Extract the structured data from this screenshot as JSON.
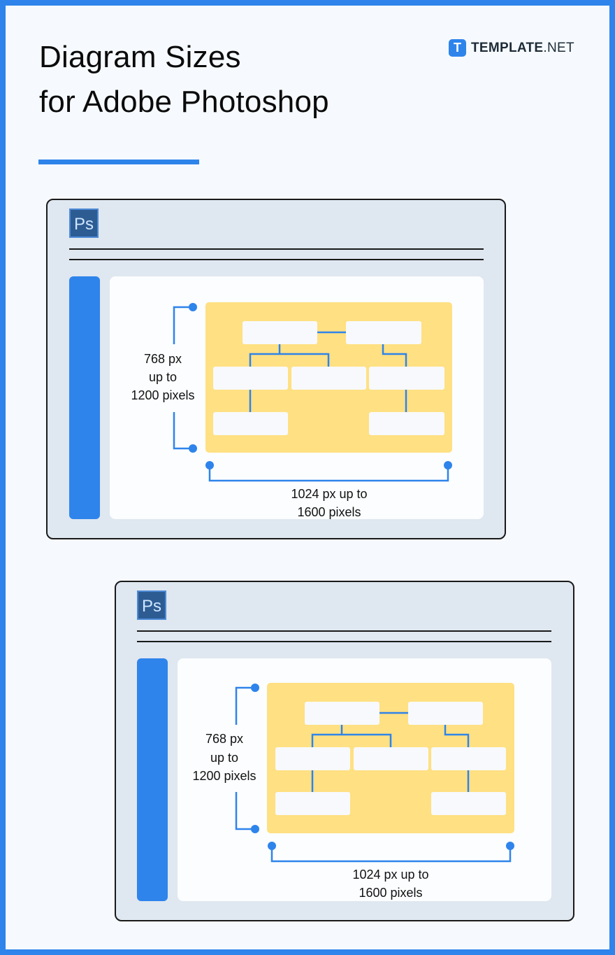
{
  "header": {
    "title_line1": "Diagram Sizes",
    "title_line2": "for Adobe Photoshop"
  },
  "brand": {
    "logo_letter": "T",
    "name_bold": "TEMPLATE",
    "name_suffix": ".NET"
  },
  "windows": [
    {
      "app_icon_label": "Ps",
      "height_label": [
        "768 px",
        "up to",
        "1200 pixels"
      ],
      "width_label": [
        "1024 px up to",
        "1600 pixels"
      ]
    },
    {
      "app_icon_label": "Ps",
      "height_label": [
        "768 px",
        "up to",
        "1200 pixels"
      ],
      "width_label": [
        "1024 px up to",
        "1600 pixels"
      ]
    }
  ],
  "colors": {
    "background": "#2e84eb",
    "card": "#f6fafe",
    "window": "#dfe7f0",
    "canvas": "#fbfdff",
    "diagram_area": "#ffe082",
    "accent": "#2e84eb",
    "ps_icon_bg": "#2d5c93",
    "ps_icon_text": "#cfe6ff"
  }
}
